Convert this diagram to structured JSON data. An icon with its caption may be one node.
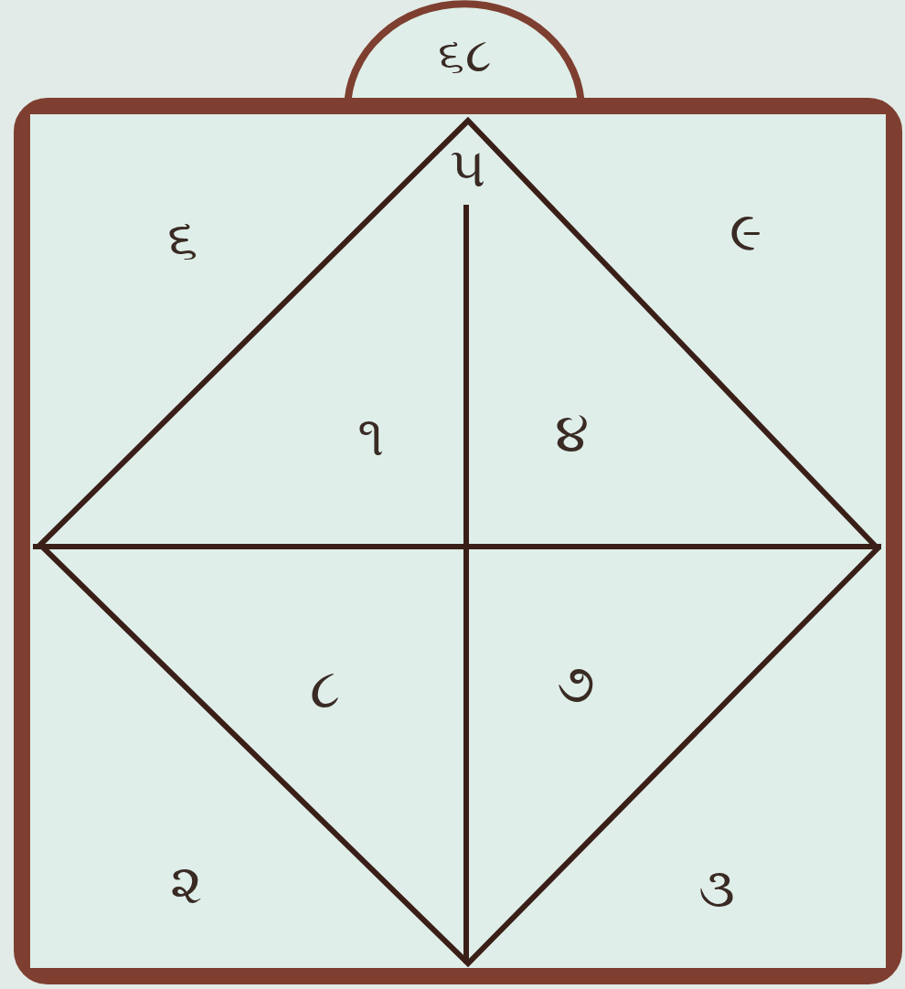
{
  "diagram": {
    "nodes": [
      {
        "text": [
          "૬૮"
        ]
      }
    ],
    "labels": [
      "૫",
      "૬",
      "૯",
      "૧",
      "૪",
      "૮",
      "૭",
      "૨",
      "૩"
    ]
  }
}
